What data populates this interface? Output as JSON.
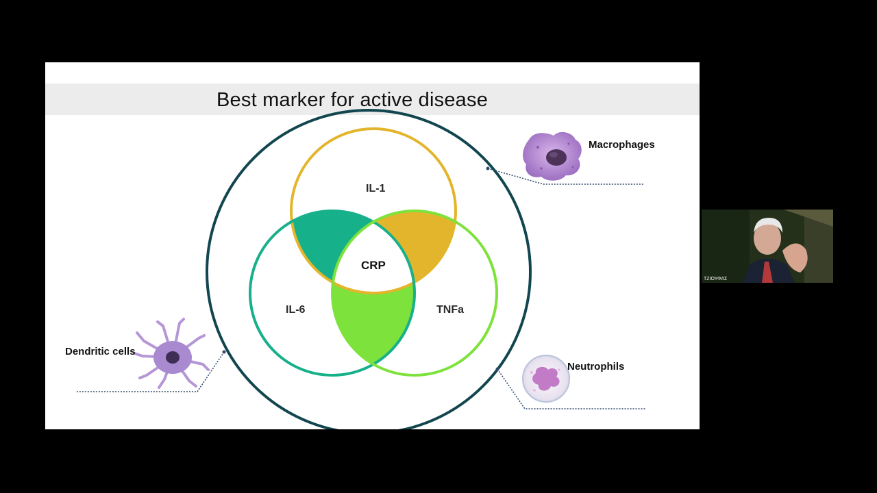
{
  "slide": {
    "title": "Best marker for active disease",
    "venn": {
      "top_label": "IL-1",
      "left_label": "IL-6",
      "right_label": "TNFa",
      "center_label": "CRP"
    },
    "cells": {
      "macrophages": "Macrophages",
      "dendritic": "Dendritic cells",
      "neutrophils": "Neutrophils"
    },
    "colors": {
      "outer_ring": "#12464f",
      "il1": "#e3b52c",
      "il6": "#16b08a",
      "tnfa": "#7ee23c",
      "il1_il6": "#16b08a",
      "il1_tnfa": "#e3b52c",
      "il6_tnfa": "#7ee23c"
    }
  },
  "video": {
    "participant_name": "ΤΖΙΟΥΦΑΣ"
  }
}
